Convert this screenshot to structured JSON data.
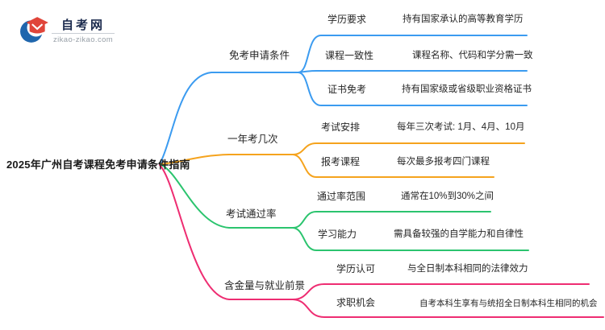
{
  "logo": {
    "title": "自考网",
    "domain": "zikao-zikao.com"
  },
  "colors": {
    "logo_red": "#e0453a",
    "logo_blue": "#1f66ad",
    "branch1_blue": "#3b9bf0",
    "branch2_orange": "#f5a31d",
    "branch3_green": "#2bc46e",
    "branch4_pink": "#ee2d72"
  },
  "root": {
    "title": "2025年广州自考课程免考申请条件指南"
  },
  "branches": [
    {
      "label": "免考申请条件",
      "color": "#3b9bf0",
      "children": [
        {
          "label": "学历要求",
          "desc": "持有国家承认的高等教育学历"
        },
        {
          "label": "课程一致性",
          "desc": "课程名称、代码和学分需一致"
        },
        {
          "label": "证书免考",
          "desc": "持有国家级或省级职业资格证书"
        }
      ]
    },
    {
      "label": "一年考几次",
      "color": "#f5a31d",
      "children": [
        {
          "label": "考试安排",
          "desc": "每年三次考试: 1月、4月、10月"
        },
        {
          "label": "报考课程",
          "desc": "每次最多报考四门课程"
        }
      ]
    },
    {
      "label": "考试通过率",
      "color": "#2bc46e",
      "children": [
        {
          "label": "通过率范围",
          "desc": "通常在10%到30%之间"
        },
        {
          "label": "学习能力",
          "desc": "需具备较强的自学能力和自律性"
        }
      ]
    },
    {
      "label": "含金量与就业前景",
      "color": "#ee2d72",
      "children": [
        {
          "label": "学历认可",
          "desc": "与全日制本科相同的法律效力"
        },
        {
          "label": "求职机会",
          "desc": "自考本科生享有与统招全日制本科生相同的机会"
        }
      ]
    }
  ]
}
